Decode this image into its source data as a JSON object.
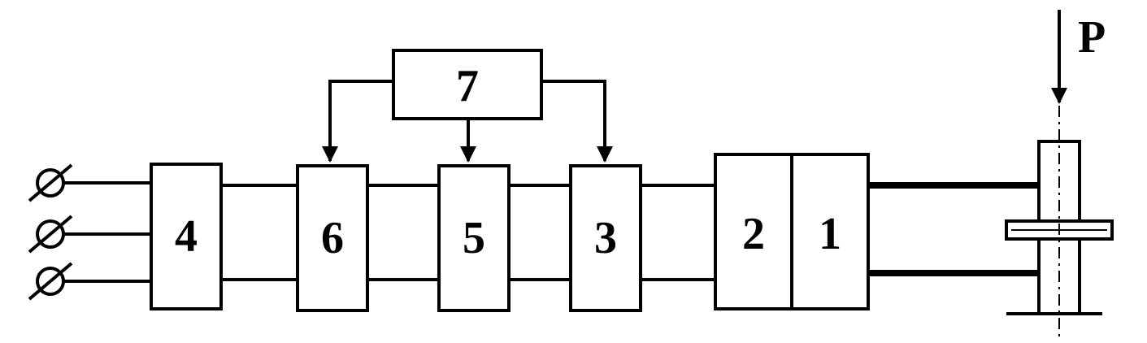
{
  "blocks": [
    {
      "id": "b1",
      "label": "1"
    },
    {
      "id": "b2",
      "label": "2"
    },
    {
      "id": "b3",
      "label": "3"
    },
    {
      "id": "b4",
      "label": "4"
    },
    {
      "id": "b5",
      "label": "5"
    },
    {
      "id": "b6",
      "label": "6"
    },
    {
      "id": "b7",
      "label": "7"
    }
  ],
  "force_label": "P",
  "colors": {
    "stroke": "#000000",
    "background": "#ffffff"
  },
  "icons": {
    "terminal": "terminal-symbol-icon",
    "arrow": "arrow-down-icon"
  }
}
